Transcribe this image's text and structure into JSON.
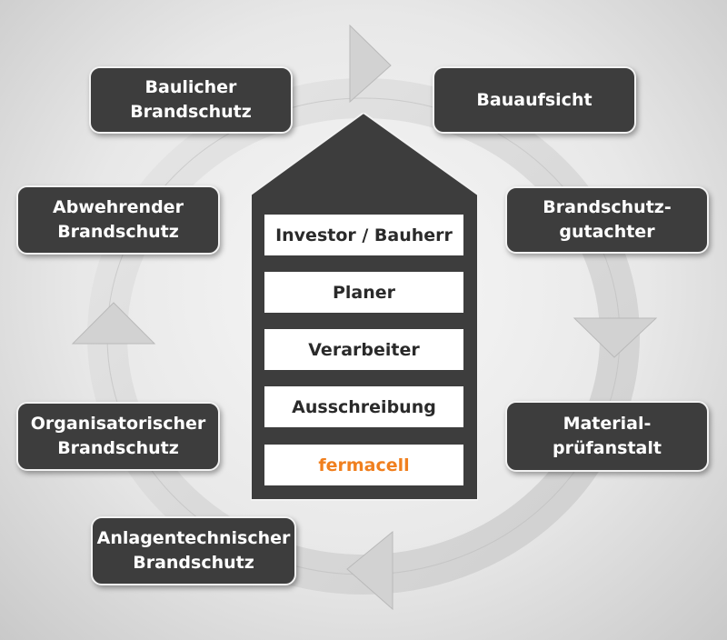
{
  "cycle": {
    "nodes": [
      {
        "id": "baulicher-brandschutz",
        "label": "Baulicher\nBrandschutz"
      },
      {
        "id": "bauaufsicht",
        "label": "Bauaufsicht"
      },
      {
        "id": "brandschutzgutachter",
        "label": "Brandschutz-\ngutachter"
      },
      {
        "id": "materialpruefanstalt",
        "label": "Material-\nprüfanstalt"
      },
      {
        "id": "anlagentechnischer-brandschutz",
        "label": "Anlagentechnischer\nBrandschutz"
      },
      {
        "id": "organisatorischer-brandschutz",
        "label": "Organisatorischer\nBrandschutz"
      },
      {
        "id": "abwehrender-brandschutz",
        "label": "Abwehrender\nBrandschutz"
      }
    ]
  },
  "house": {
    "steps": [
      {
        "id": "investor-bauherr",
        "label": "Investor / Bauherr"
      },
      {
        "id": "planer",
        "label": "Planer"
      },
      {
        "id": "verarbeiter",
        "label": "Verarbeiter"
      },
      {
        "id": "ausschreibung",
        "label": "Ausschreibung"
      },
      {
        "id": "fermacell",
        "label": "fermacell"
      }
    ]
  },
  "colors": {
    "node_fill": "#3d3d3d",
    "house_fill": "#3d3d3d",
    "ring": "#dadada",
    "accent": "#f07f1e"
  }
}
